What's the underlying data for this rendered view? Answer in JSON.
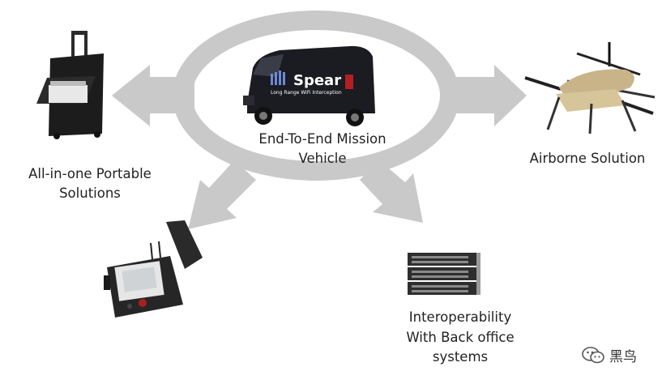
{
  "hub": {
    "title_lines": [
      "End-To-End Mission",
      "Vehicle"
    ],
    "van_logo": "Spear",
    "van_tagline": "Long Range WiFi Interception"
  },
  "nodes": {
    "portable": {
      "lines": [
        "All-in-one Portable",
        "Solutions"
      ],
      "icon": "rolling-case-icon"
    },
    "airborne": {
      "lines": [
        "Airborne Solution"
      ],
      "icon": "drone-icon"
    },
    "backoffice": {
      "lines": [
        "Interoperability",
        "With Back office",
        "systems"
      ],
      "icon": "server-rack-icon"
    },
    "field_kit": {
      "lines": [],
      "icon": "rugged-case-icon"
    }
  },
  "watermark": {
    "text": "黑鸟",
    "icon": "wechat-icon"
  },
  "colors": {
    "arrow_gray": "#c9c9c9",
    "text": "#222222",
    "van": "#1b1b22"
  }
}
